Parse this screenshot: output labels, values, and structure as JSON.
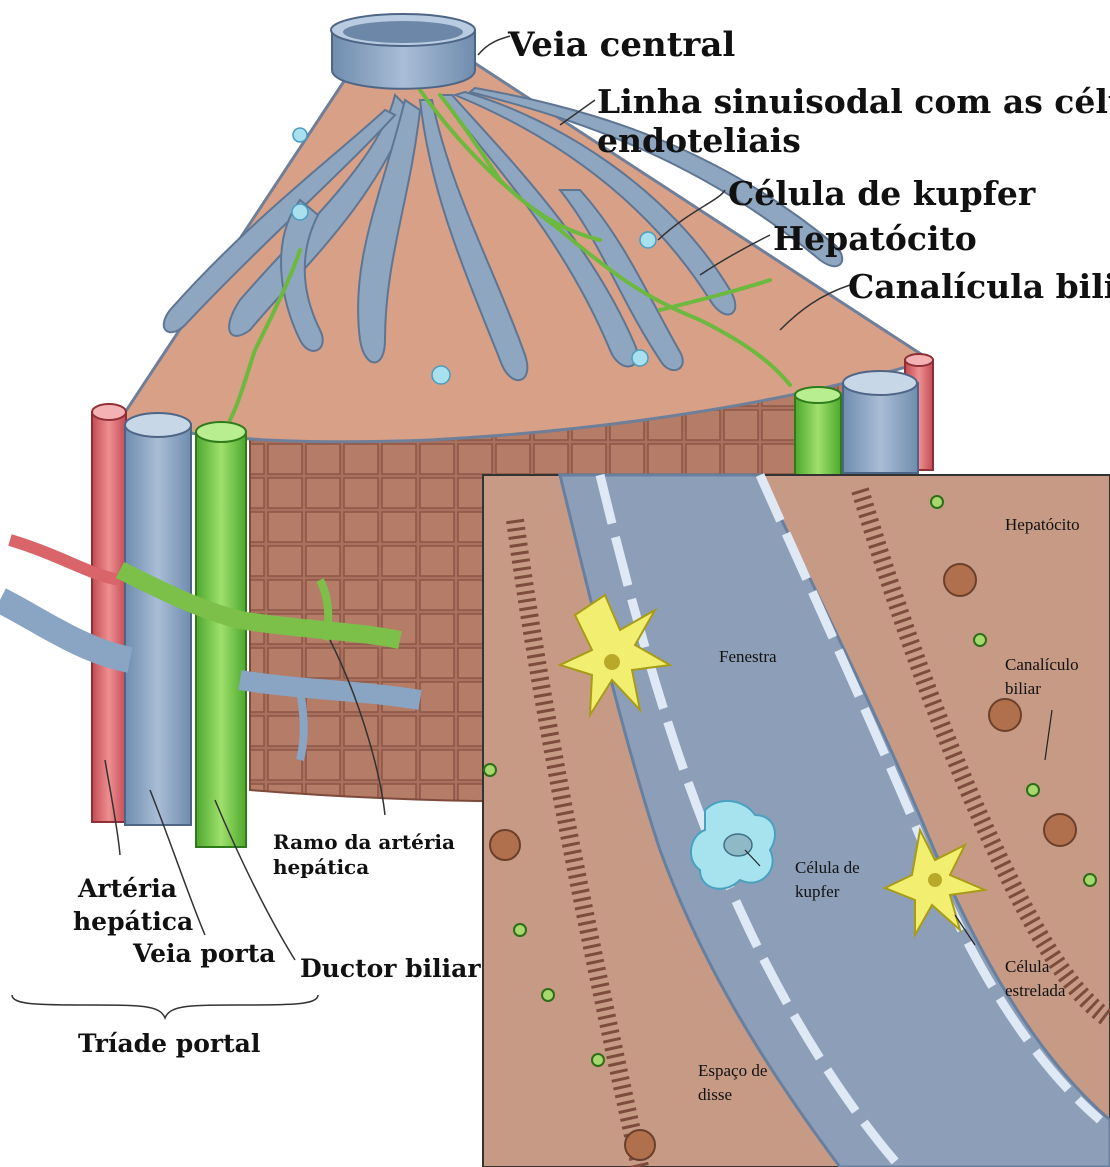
{
  "labels": {
    "central_vein": "Veia central",
    "sinusoid_line_1": "Linha sinuisodal com as células",
    "sinusoid_line_2": "endoteliais",
    "kupffer_main": "Célula de kupfer",
    "hepatocyte_main": "Hepatócito",
    "canaliculus_main": "Canalícula biliar",
    "artery_branch_1": "Ramo da artéria",
    "artery_branch_2": "hepática",
    "hepatic_artery_1": "Artéria",
    "hepatic_artery_2": "hepática",
    "portal_vein": "Veia porta",
    "bile_duct": "Ductor biliar",
    "portal_triad": "Tríade portal"
  },
  "inset_labels": {
    "hepatocyte": "Hepatócito",
    "fenestra": "Fenestra",
    "canaliculus_1": "Canalículo",
    "canaliculus_2": "biliar",
    "kupffer_1": "Célula de",
    "kupffer_2": "kupfer",
    "stellate_1": "Célula",
    "stellate_2": "estrelada",
    "disse_1": "Espaço de",
    "disse_2": "disse"
  },
  "colors": {
    "hepatocyte": "#d9a085",
    "sinusoid": "#8fa6c0",
    "bile": "#7cc04a",
    "artery": "#d9646a",
    "vein": "#8aa4c4"
  }
}
